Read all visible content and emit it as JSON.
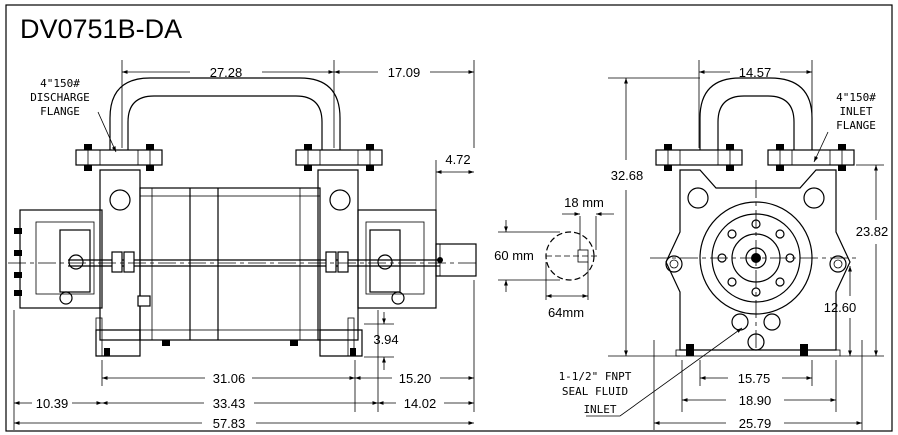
{
  "title": "DV0751B-DA",
  "labels": {
    "discharge_flange": [
      "4\"150#",
      "DISCHARGE",
      "FLANGE"
    ],
    "inlet_flange": [
      "4\"150#",
      "INLET",
      "FLANGE"
    ],
    "seal_fluid_inlet": [
      "1-1/2\" FNPT",
      "SEAL FLUID",
      "INLET"
    ]
  },
  "side_view_dims": {
    "d_27_28": "27.28",
    "d_17_09": "17.09",
    "d_4_72": "4.72",
    "d_3_94": "3.94",
    "d_31_06": "31.06",
    "d_15_20": "15.20",
    "d_10_39": "10.39",
    "d_33_43": "33.43",
    "d_14_02": "14.02",
    "d_57_83": "57.83"
  },
  "shaft_dims": {
    "d_18mm": "18 mm",
    "d_60mm": "60 mm",
    "d_64mm": "64mm"
  },
  "end_view_dims": {
    "d_14_57": "14.57",
    "d_32_68": "32.68",
    "d_23_82": "23.82",
    "d_12_60": "12.60",
    "d_15_75": "15.75",
    "d_18_90": "18.90",
    "d_25_79": "25.79"
  }
}
